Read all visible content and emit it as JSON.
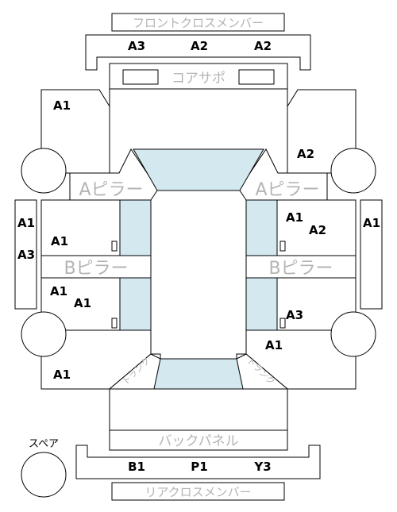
{
  "parts": {
    "front_cross_member": "フロントクロスメンバー",
    "core_support": "コアサポ",
    "a_pillar_left": "Aピラー",
    "a_pillar_right": "Aピラー",
    "b_pillar_left": "Bピラー",
    "b_pillar_right": "Bピラー",
    "back_panel": "バックパネル",
    "rear_cross_member": "リアクロスメンバー",
    "spare": "スペア",
    "trunk_left": "トランク",
    "trunk_right": "トランク"
  },
  "grades": {
    "front_cross_left": "A3",
    "front_cross_center": "A2",
    "front_cross_right": "A2",
    "front_fender_left": "A1",
    "front_fender_right": "A2",
    "side_sill_left_top": "A1",
    "side_sill_left_bottom": "A3",
    "side_sill_right": "A1",
    "front_door_left": "A1",
    "front_door_right_a": "A1",
    "front_door_right_b": "A2",
    "rear_door_left_a": "A1",
    "rear_door_left_b": "A1",
    "rear_door_right": "A3",
    "quarter_left": "A1",
    "quarter_right": "A1",
    "rear_cross_left": "B1",
    "rear_cross_center": "P1",
    "rear_cross_right": "Y3"
  },
  "colors": {
    "glass": "#d3e8ef",
    "outline": "#000000",
    "part_label": "#b4b4b4"
  }
}
